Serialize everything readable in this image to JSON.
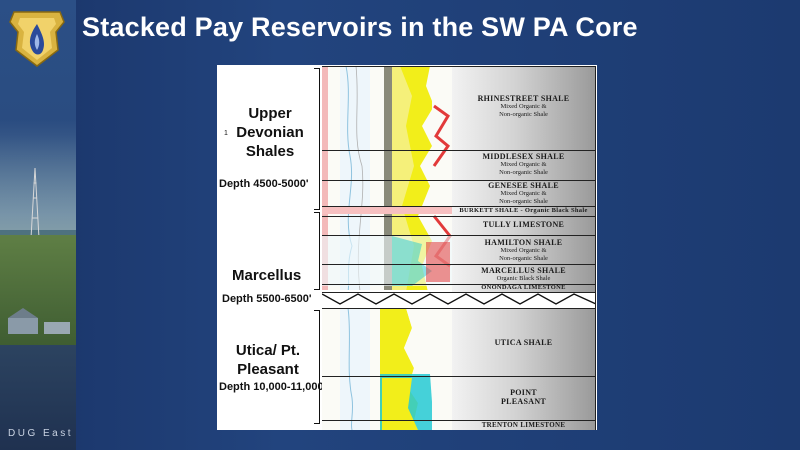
{
  "slide": {
    "title": "Stacked Pay Reservoirs in the SW PA Core",
    "footer": "DUG East"
  },
  "labels": {
    "upper_devonian": "Upper Devonian Shales",
    "upper_devonian_marker": "1",
    "upper_depth": "Depth 4500-5000'",
    "marcellus": "Marcellus",
    "marcellus_depth": "Depth 5500-6500'",
    "utica": "Utica/ Pt. Pleasant",
    "utica_depth": "Depth 10,000-11,000'"
  },
  "zones": {
    "rhinestreet": {
      "name": "RHINESTREET SHALE",
      "desc1": "Mixed Organic &",
      "desc2": "Non-organic Shale"
    },
    "middlesex": {
      "name": "MIDDLESEX SHALE",
      "desc1": "Mixed Organic &",
      "desc2": "Non-organic Shale"
    },
    "genesee": {
      "name": "GENESEE SHALE",
      "desc1": "Mixed Organic &",
      "desc2": "Non-organic Shale"
    },
    "burkett": {
      "name": "BURKETT SHALE - Organic Black Shale"
    },
    "tully": {
      "name": "TULLY LIMESTONE"
    },
    "hamilton": {
      "name": "HAMILTON SHALE",
      "desc1": "Mixed Organic &",
      "desc2": "Non-organic Shale"
    },
    "marcellus": {
      "name": "MARCELLUS SHALE",
      "desc1": "Organic Black Shale"
    },
    "onondaga": {
      "name": "ONONDAGA LIMESTONE"
    },
    "utica": {
      "name": "UTICA SHALE"
    },
    "point_pleasant": {
      "name": "POINT",
      "name2": "PLEASANT"
    },
    "trenton": {
      "name": "TRENTON LIMESTONE"
    }
  },
  "colors": {
    "title": "#ffffff",
    "background": "#1e3b73",
    "log_yellow": "#f2ee1a",
    "log_cyan": "#25c9d3",
    "log_red": "#e23a3a",
    "log_gray": "#8a8a7a"
  }
}
